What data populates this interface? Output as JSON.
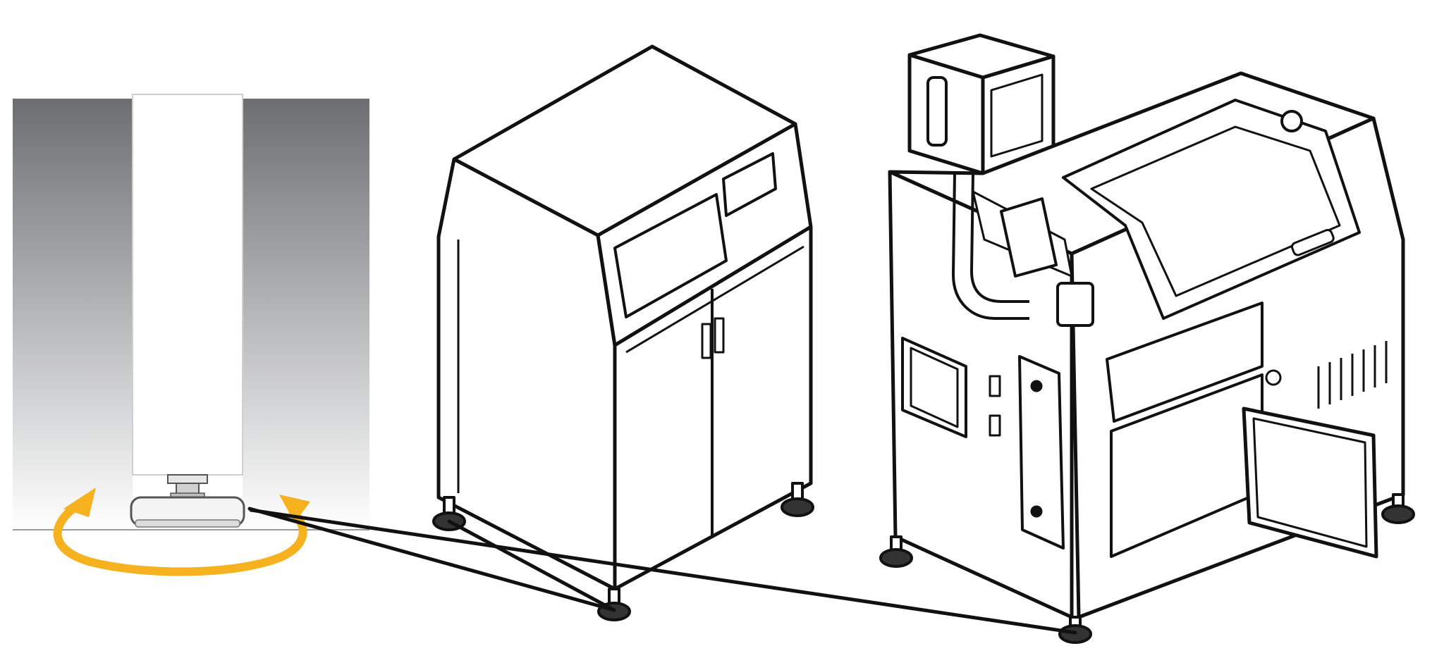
{
  "diagram": {
    "caption": "",
    "colors": {
      "background": "#ffffff",
      "line": "#111111",
      "arrow": "#f5b21e",
      "panel_gradient_top": "#6c6e72",
      "panel_gradient_bottom": "#ffffff",
      "fill_white": "#ffffff"
    },
    "parts": [
      "leveling-foot-closeup",
      "rotation-arrow",
      "cabinet-machine",
      "workstation-machine",
      "callout-lines"
    ]
  }
}
